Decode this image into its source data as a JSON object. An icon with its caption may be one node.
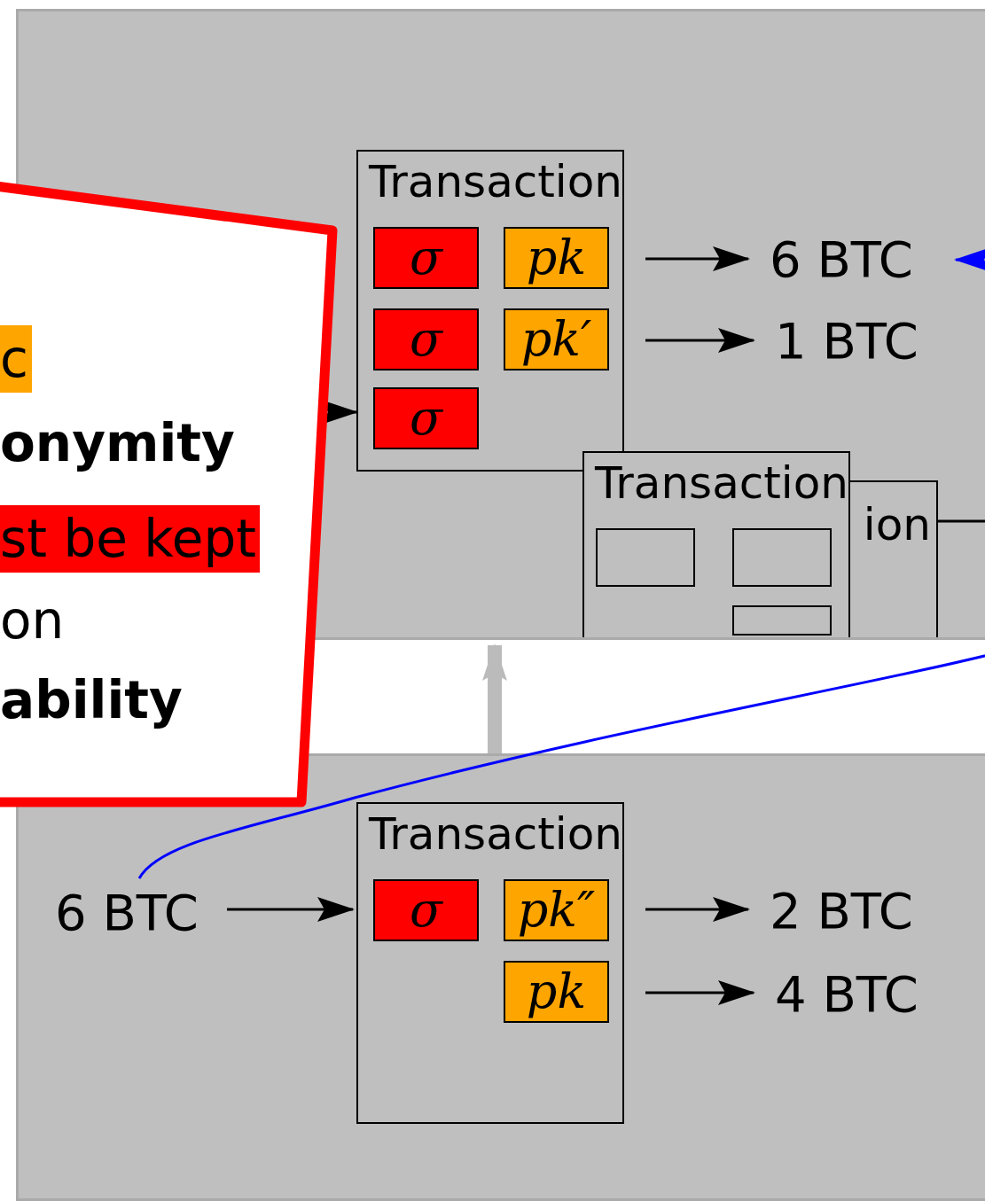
{
  "diagram": {
    "nodes": [
      {
        "text": [],
        "shape": "box"
      },
      {
        "text": [
          "Transaction"
        ],
        "in": 0
      },
      {
        "text": [
          "σ"
        ],
        "in": 1
      },
      {
        "text": [
          "pk"
        ],
        "in": 1
      },
      {
        "text": [
          "σ"
        ],
        "in": 1
      },
      {
        "text": [
          "pk′"
        ],
        "in": 1
      },
      {
        "text": [
          "σ"
        ],
        "in": 1
      },
      {
        "text": [
          "6 BTC"
        ],
        "in": 0
      },
      {
        "text": [
          "1 BTC"
        ],
        "in": 0
      },
      {
        "text": [
          "ion"
        ],
        "in": 0
      },
      {
        "text": [
          "Transaction"
        ],
        "in": 0
      },
      {
        "text": [],
        "shape": "box",
        "in": 10
      },
      {
        "text": [],
        "shape": "box",
        "in": 10
      },
      {
        "text": [],
        "shape": "box",
        "in": 10
      },
      {
        "text": [],
        "shape": "box"
      },
      {
        "text": [
          "6 BTC"
        ],
        "in": 14
      },
      {
        "text": [
          "Transaction"
        ],
        "in": 14
      },
      {
        "text": [
          "σ"
        ],
        "in": 16
      },
      {
        "text": [
          "pk″"
        ],
        "in": 16
      },
      {
        "text": [
          "pk"
        ],
        "in": 16
      },
      {
        "text": [
          "2 BTC"
        ],
        "in": 14
      },
      {
        "text": [
          "4 BTC"
        ],
        "in": 14
      },
      {
        "text": [
          "c",
          "onymity",
          "st be kept",
          "on",
          "ability"
        ]
      }
    ],
    "edges": [
      {
        "from": 1,
        "to": 7,
        "arrow": "to"
      },
      {
        "from": 1,
        "to": 8,
        "arrow": "to"
      },
      {
        "from": null,
        "to": 1,
        "arrow": "to"
      },
      {
        "from": 9,
        "to": null,
        "arrow": "none"
      },
      {
        "from": 15,
        "to": 16,
        "arrow": "to"
      },
      {
        "from": 16,
        "to": 20,
        "arrow": "to"
      },
      {
        "from": 16,
        "to": 21,
        "arrow": "to"
      },
      {
        "from": 14,
        "to": 0,
        "arrow": "to",
        "style": "thick",
        "color": "#bbbbbb"
      },
      {
        "from": 15,
        "to": 7,
        "arrow": "to",
        "color": "#0000ff"
      }
    ]
  }
}
